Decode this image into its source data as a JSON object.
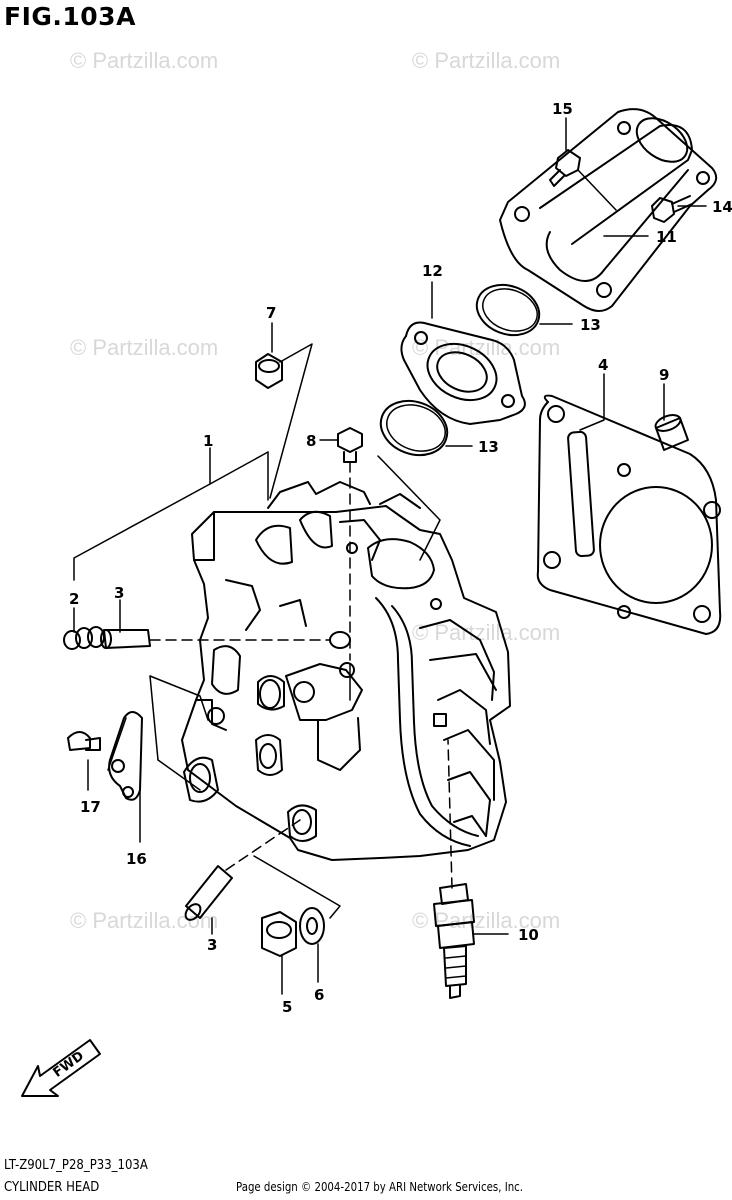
{
  "header": {
    "title": "FIG.103A"
  },
  "watermark": {
    "text": "© Partzilla.com"
  },
  "diagram": {
    "part_labels": [
      "1",
      "2",
      "3",
      "3",
      "4",
      "5",
      "6",
      "7",
      "8",
      "9",
      "10",
      "11",
      "12",
      "13",
      "13",
      "14",
      "15",
      "16",
      "17"
    ],
    "fwd_text": "FWD"
  },
  "footer": {
    "model_code": "LT-Z90L7_P28_P33_103A",
    "section_name": "CYLINDER HEAD",
    "credit": "Page design © 2004-2017 by ARI Network Services, Inc."
  }
}
